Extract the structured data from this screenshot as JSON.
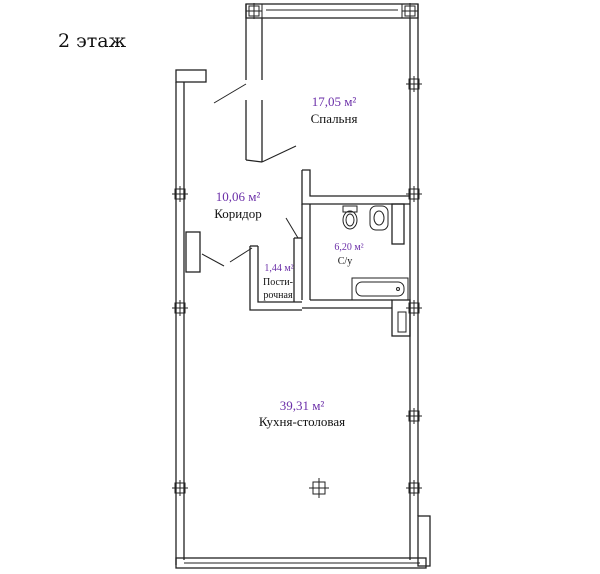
{
  "floor_label": "2 этаж",
  "colors": {
    "area": "#6b2fa8",
    "name": "#111111",
    "wall": "#222222"
  },
  "rooms": [
    {
      "id": "bedroom",
      "area": "17,05 м²",
      "name": "Спальня"
    },
    {
      "id": "corridor",
      "area": "10,06 м²",
      "name": "Коридор"
    },
    {
      "id": "bathroom",
      "area": "6,20 м²",
      "name": "С/у"
    },
    {
      "id": "pantry",
      "area": "1,44 м²",
      "name_line1": "Пости-",
      "name_line2": "рочная"
    },
    {
      "id": "kitchen",
      "area": "39,31 м²",
      "name": "Кухня-столовая"
    }
  ]
}
